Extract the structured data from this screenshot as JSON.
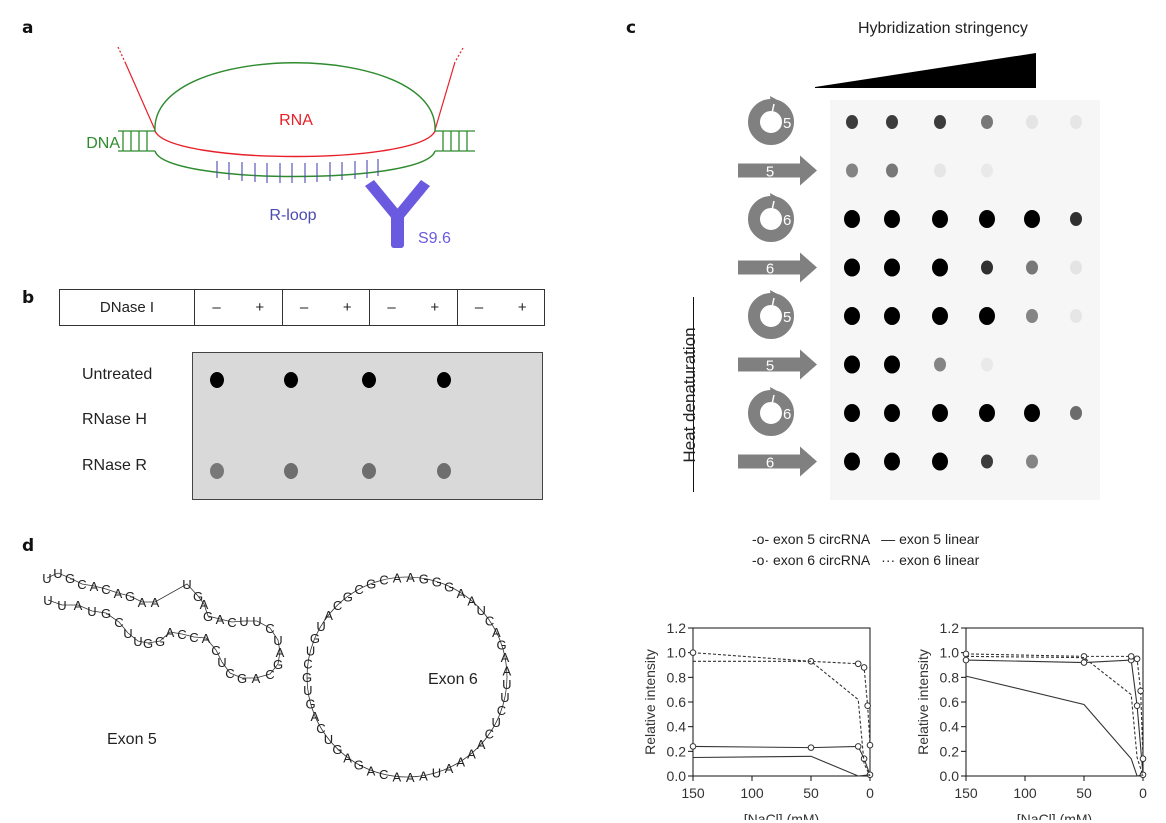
{
  "panels": {
    "a": {
      "letter": "a",
      "labels": {
        "dna": "DNA",
        "rna": "RNA",
        "rloop": "R-loop",
        "antibody": "S9.6"
      },
      "colors": {
        "dna": "#2e8b2e",
        "rna": "#e8202a",
        "rloop": "#4b4bb0",
        "antibody": "#6a5ae0"
      }
    },
    "b": {
      "letter": "b",
      "table_header": "DNase I",
      "groups": [
        {
          "minus": "–",
          "plus": "+"
        },
        {
          "minus": "–",
          "plus": "+"
        },
        {
          "minus": "–",
          "plus": "+"
        },
        {
          "minus": "–",
          "plus": "+"
        }
      ],
      "rows": [
        "Untreated",
        "RNase H",
        "RNase R"
      ],
      "dot_intensity": [
        [
          1.0,
          0,
          1.0,
          0,
          1.0,
          0,
          1.0,
          0
        ],
        [
          0,
          0,
          0,
          0,
          0,
          0,
          0,
          0
        ],
        [
          0.4,
          0,
          0.45,
          0,
          0.45,
          0,
          0.45,
          0
        ]
      ]
    },
    "c": {
      "letter": "c",
      "title": "Hybridization stringency",
      "side_label": "Heat denaturation",
      "rows": [
        {
          "type": "circ",
          "exon": "5",
          "heat": false,
          "dots": [
            0.75,
            0.75,
            0.75,
            0.5,
            0.05,
            0.04
          ]
        },
        {
          "type": "linear",
          "exon": "5",
          "heat": false,
          "dots": [
            0.45,
            0.5,
            0.04,
            0.03,
            0,
            0
          ]
        },
        {
          "type": "circ",
          "exon": "6",
          "heat": false,
          "dots": [
            1,
            1,
            1,
            1,
            1,
            0.8
          ]
        },
        {
          "type": "linear",
          "exon": "6",
          "heat": false,
          "dots": [
            1,
            1,
            1,
            0.8,
            0.5,
            0.05
          ]
        },
        {
          "type": "circ",
          "exon": "5",
          "heat": true,
          "dots": [
            1,
            1,
            1,
            1,
            0.45,
            0.04
          ]
        },
        {
          "type": "linear",
          "exon": "5",
          "heat": true,
          "dots": [
            1,
            1,
            0.45,
            0.03,
            0,
            0
          ]
        },
        {
          "type": "circ",
          "exon": "6",
          "heat": true,
          "dots": [
            1,
            1,
            1,
            1,
            1,
            0.55
          ]
        },
        {
          "type": "linear",
          "exon": "6",
          "heat": true,
          "dots": [
            1,
            1,
            1,
            0.75,
            0.45,
            0
          ]
        }
      ]
    },
    "d": {
      "letter": "d",
      "exon5_label": "Exon 5",
      "exon6_label": "Exon 6",
      "exon5_seq": "UUGCACAGAAUGAGACUUCUAGCAGCUCACCAGGUUCGUA",
      "exon6_seq": "CGCAAGGGAAUCAGAAUUCUCAAAAUAAACAGAGUCAGUGCUGUACG"
    }
  },
  "chart_data": [
    {
      "type": "line",
      "title": "",
      "xlabel": "[NaCl] (mM)",
      "ylabel": "Relative intensity",
      "xlim": [
        150,
        0
      ],
      "ylim": [
        0,
        1.2
      ],
      "xticks": [
        "150",
        "100",
        "50",
        "0"
      ],
      "yticks": [
        "0.0",
        "0.2",
        "0.4",
        "0.6",
        "0.8",
        "1.0",
        "1.2"
      ],
      "legend": "top",
      "series": [
        {
          "name": "exon 5 circRNA",
          "style": "solid-marker",
          "x": [
            150,
            50,
            10,
            5,
            0
          ],
          "y": [
            0.24,
            0.23,
            0.24,
            0.14,
            0.01
          ]
        },
        {
          "name": "exon 5 linear",
          "style": "solid",
          "x": [
            150,
            50,
            10,
            0
          ],
          "y": [
            0.15,
            0.16,
            0.0,
            0.01
          ]
        },
        {
          "name": "exon 6 circRNA",
          "style": "dashed-marker",
          "x": [
            150,
            50,
            10,
            5,
            2,
            0
          ],
          "y": [
            1.0,
            0.93,
            0.91,
            0.88,
            0.57,
            0.25
          ]
        },
        {
          "name": "exon 6 linear",
          "style": "dashed",
          "x": [
            150,
            50,
            10,
            5,
            0
          ],
          "y": [
            0.93,
            0.93,
            0.62,
            0.1,
            0.0
          ]
        }
      ]
    },
    {
      "type": "line",
      "title": "",
      "xlabel": "[NaCl] (mM)",
      "ylabel": "Relative intensity",
      "xlim": [
        150,
        0
      ],
      "ylim": [
        0,
        1.2
      ],
      "xticks": [
        "150",
        "100",
        "50",
        "0"
      ],
      "yticks": [
        "0.0",
        "0.2",
        "0.4",
        "0.6",
        "0.8",
        "1.0",
        "1.2"
      ],
      "legend": "top",
      "series": [
        {
          "name": "exon 5 circRNA",
          "style": "solid-marker",
          "x": [
            150,
            50,
            10,
            5,
            0
          ],
          "y": [
            0.94,
            0.92,
            0.94,
            0.57,
            0.01
          ]
        },
        {
          "name": "exon 5 linear",
          "style": "solid",
          "x": [
            150,
            50,
            10,
            5,
            0
          ],
          "y": [
            0.81,
            0.58,
            0.14,
            0.0,
            0.01
          ]
        },
        {
          "name": "exon 6 circRNA",
          "style": "dashed-marker",
          "x": [
            150,
            50,
            10,
            5,
            2,
            0
          ],
          "y": [
            0.99,
            0.97,
            0.97,
            0.95,
            0.69,
            0.14
          ]
        },
        {
          "name": "exon 6 linear",
          "style": "dashed",
          "x": [
            150,
            50,
            10,
            5,
            0
          ],
          "y": [
            0.97,
            0.96,
            0.66,
            0.15,
            0.0
          ]
        }
      ]
    }
  ],
  "legend_items": [
    {
      "label": "exon 5 circRNA",
      "symbol": "-o-"
    },
    {
      "label": "exon 5 linear",
      "symbol": "—"
    },
    {
      "label": "exon 6 circRNA",
      "symbol": "-o·"
    },
    {
      "label": "exon 6 linear",
      "symbol": "···"
    }
  ]
}
